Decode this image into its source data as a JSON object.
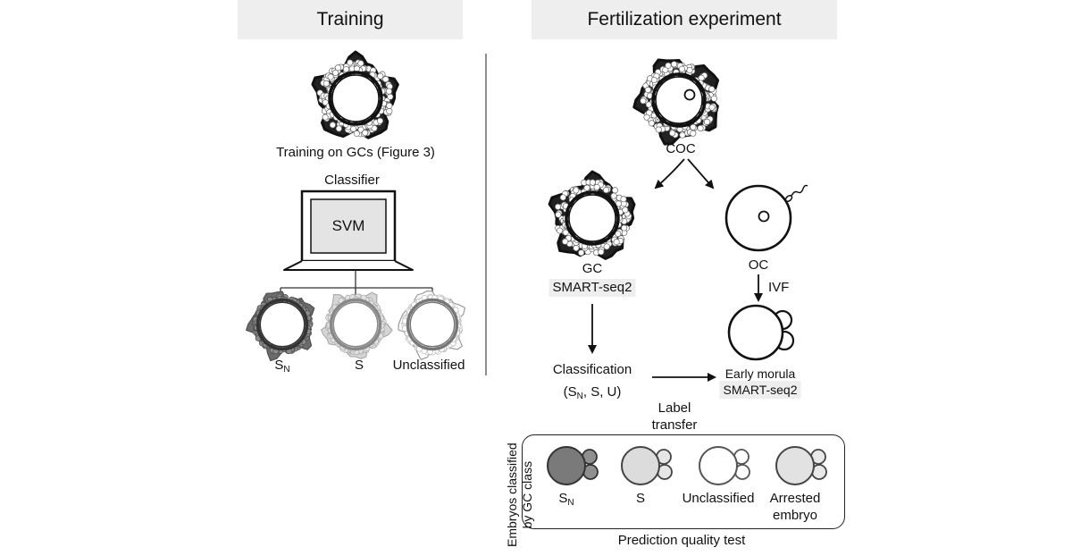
{
  "headers": {
    "training": "Training",
    "fertilization": "Fertilization experiment"
  },
  "training": {
    "gc_caption": "Training on GCs  (Figure 3)",
    "classifier_label": "Classifier",
    "svm_label": "SVM",
    "classes": {
      "sn_main": "S",
      "sn_sub": "N",
      "s": "S",
      "unclassified": "Unclassified"
    }
  },
  "experiment": {
    "coc": "COC",
    "gc": "GC",
    "gc_seq": "SMART-seq2",
    "oc": "OC",
    "ivf": "IVF",
    "classification": "Classification",
    "class_list_open": "(S",
    "class_list_sub": "N",
    "class_list_rest": ", S, U)",
    "morula": "Early morula",
    "morula_seq": "SMART-seq2",
    "label_transfer_1": "Label",
    "label_transfer_2": "transfer"
  },
  "prediction": {
    "side_label_1": "Embryos classified",
    "side_label_2": "by GC class",
    "sn_main": "S",
    "sn_sub": "N",
    "s": "S",
    "unclassified": "Unclassified",
    "arrested_1": "Arrested",
    "arrested_2": "embryo",
    "caption": "Prediction quality test"
  },
  "colors": {
    "header_bg": "#eeeeee",
    "sn_fill": "#7a7a7a",
    "s_fill": "#dcdcdc",
    "unclassified_fill": "#ffffff",
    "arrested_fill": "#e2e2e2"
  }
}
